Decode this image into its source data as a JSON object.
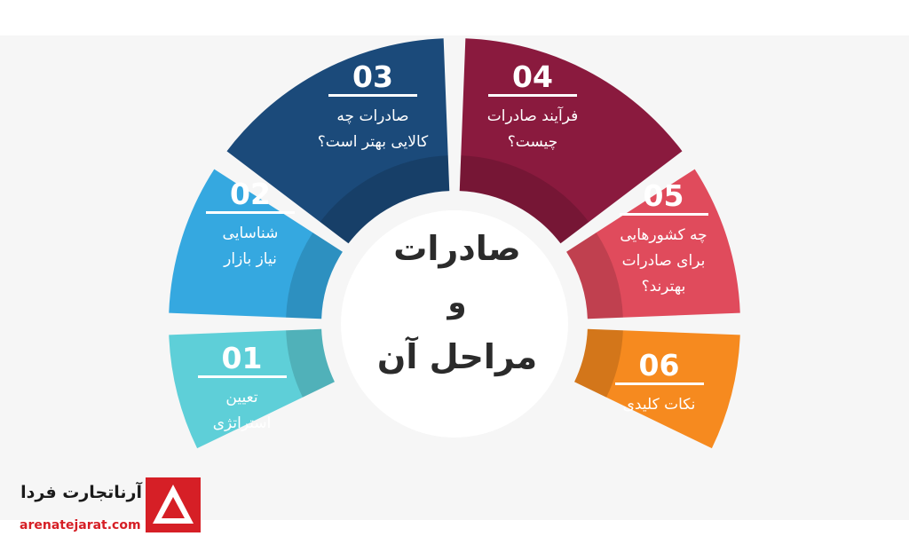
{
  "center": {
    "line1": "صادرات",
    "line2": "و",
    "line3": "مراحل آن"
  },
  "segments": [
    {
      "number": "01",
      "label": "تعیین\nاستراتژی",
      "color": "#5ecfd8"
    },
    {
      "number": "02",
      "label": "شناسایی\nنیاز بازار",
      "color": "#35a8e0"
    },
    {
      "number": "03",
      "label": "صادرات چه\nکالایی بهتر است؟",
      "color": "#1b4a7a"
    },
    {
      "number": "04",
      "label": "فرآیند صادرات\nچیست؟",
      "color": "#8a1a3e"
    },
    {
      "number": "05",
      "label": "چه کشورهایی\nبرای صادرات\nبهترند؟",
      "color": "#e04b5c"
    },
    {
      "number": "06",
      "label": "نکات کلیدی",
      "color": "#f68a1f"
    }
  ],
  "brand": {
    "name": "آرناتجارت فردا",
    "url": "arenatejarat.com",
    "logo_color": "#d61f26"
  }
}
